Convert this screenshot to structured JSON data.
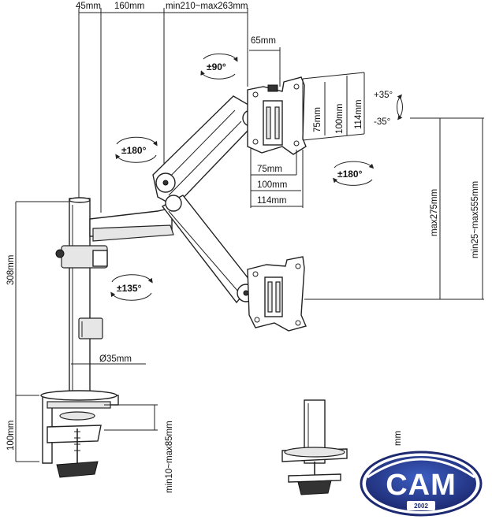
{
  "top_dims": {
    "d45": "45mm",
    "d160": "160mm",
    "dextend": "min210~max263mm"
  },
  "vesa_dims": {
    "offset": "65mm",
    "h75": "75mm",
    "h100": "100mm",
    "h114": "114mm",
    "w75": "75mm",
    "w100": "100mm",
    "w114": "114mm"
  },
  "rotations": {
    "swivel_top": "±90°",
    "arm": "±180°",
    "rotate_screen": "±180°",
    "base": "±135°",
    "tilt_up": "+35°",
    "tilt_down": "-35°"
  },
  "height_dims": {
    "pole": "308mm",
    "max_height": "max275mm",
    "range": "min25~max555mm",
    "clamp": "100mm",
    "clamp_thickness": "min10~max85mm",
    "diameter": "Ø35mm",
    "grommet": "mm"
  },
  "logo": {
    "name": "CAM",
    "year": "2002",
    "color_dark": "#1d2a72",
    "color_light": "#2e4aa8"
  }
}
